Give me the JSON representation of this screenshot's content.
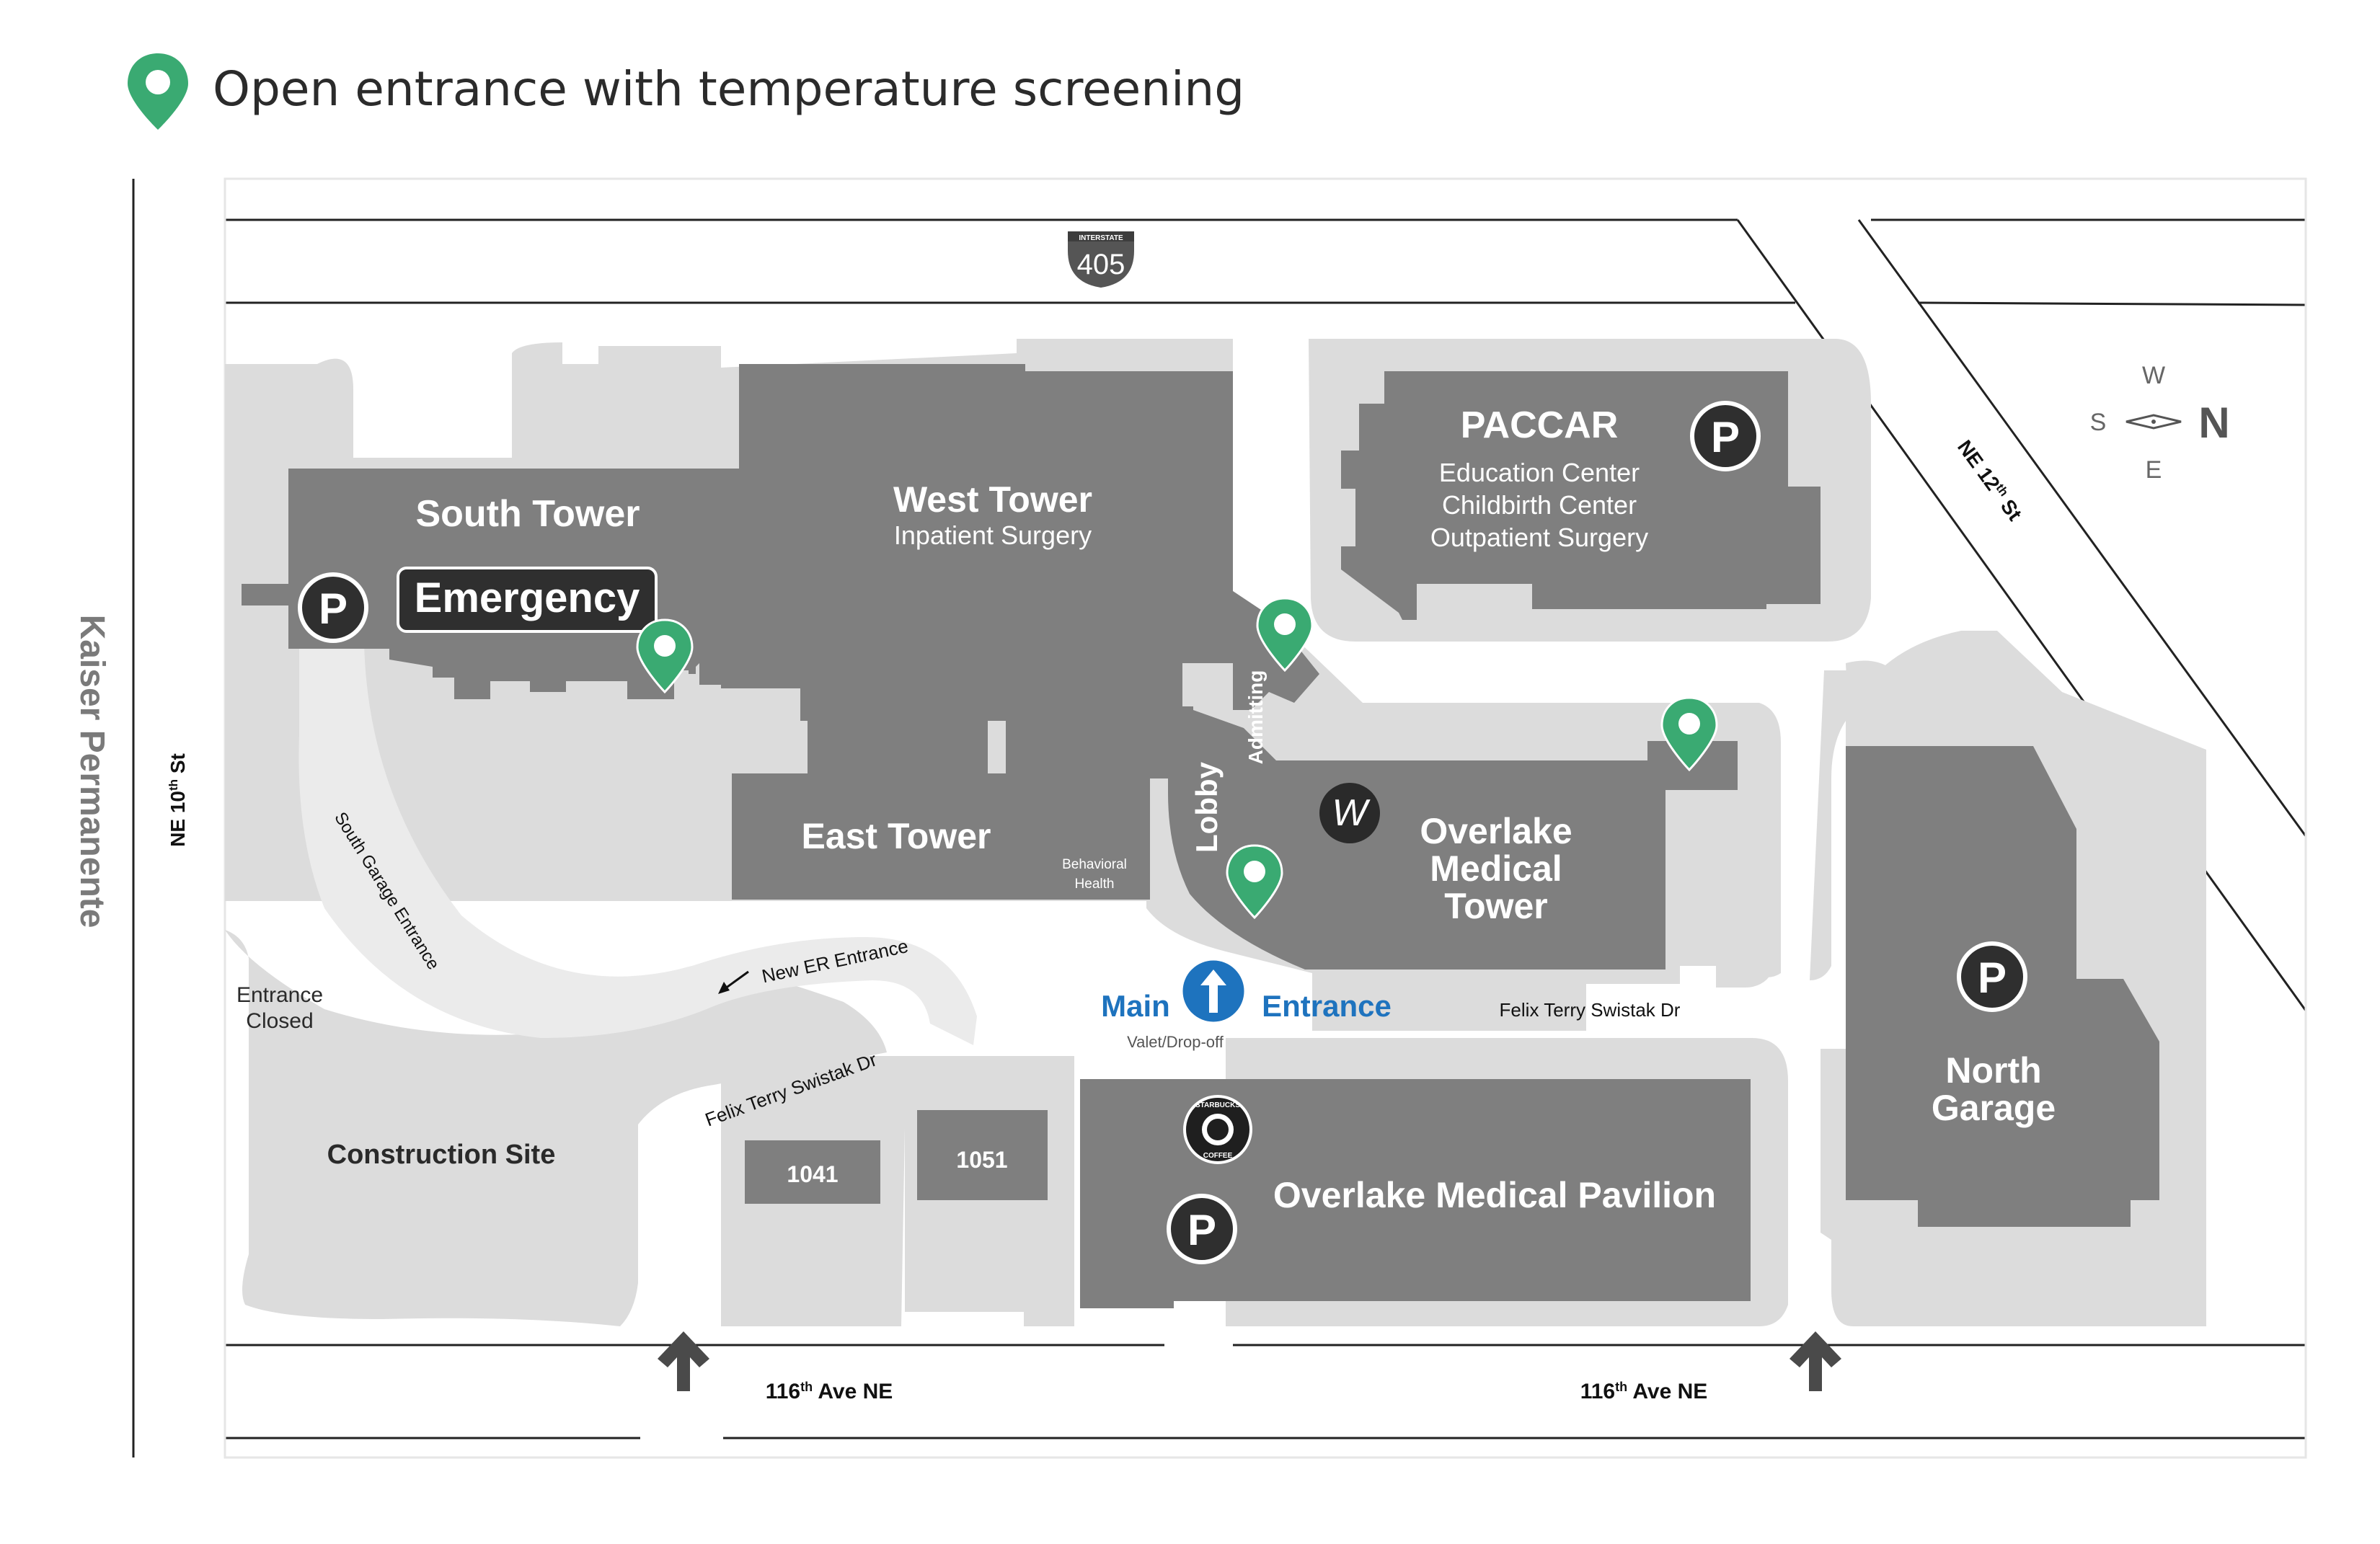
{
  "legend": {
    "icon": "green-map-pin-icon",
    "label": "Open entrance with temperature screening",
    "pin_color": "#3aaa72"
  },
  "colors": {
    "building": "#7f7f7f",
    "grounds": "#dcdcdc",
    "road_line": "#222222",
    "accent_blue": "#1e73be",
    "pin_green": "#3aaa72"
  },
  "highway": {
    "shield_top": "INTERSTATE",
    "number": "405"
  },
  "compass": {
    "north": "N",
    "south": "S",
    "east": "E",
    "west": "W"
  },
  "streets": {
    "west_side": "Kaiser Permanente",
    "ne10": {
      "base": "NE 10",
      "sup": "th",
      "suffix": " St"
    },
    "ne12": {
      "base": "NE 12",
      "sup": "th",
      "suffix": " St"
    },
    "ave_left": {
      "base": "116",
      "sup": "th",
      "suffix": " Ave NE"
    },
    "ave_right": {
      "base": "116",
      "sup": "th",
      "suffix": " Ave NE"
    },
    "felix_upper": "Felix Terry Swistak Dr",
    "felix_lower": "Felix Terry Swistak Dr",
    "south_garage_entrance": "South Garage Entrance",
    "new_er_entrance": "New ER Entrance"
  },
  "buildings": {
    "south_tower": "South Tower",
    "emergency": "Emergency",
    "west_tower": {
      "name": "West Tower",
      "sub": "Inpatient Surgery"
    },
    "east_tower": {
      "name": "East Tower",
      "sub_line1": "Behavioral",
      "sub_line2": "Health"
    },
    "paccar": {
      "name": "PACCAR",
      "line1": "Education Center",
      "line2": "Childbirth Center",
      "line3": "Outpatient Surgery"
    },
    "omt": {
      "line1": "Overlake",
      "line2": "Medical",
      "line3": "Tower"
    },
    "north_garage": {
      "line1": "North",
      "line2": "Garage"
    },
    "pavilion": "Overlake Medical Pavilion",
    "b1041": "1041",
    "b1051": "1051",
    "lobby": "Lobby",
    "admitting": "Admitting",
    "construction": "Construction Site",
    "entrance_closed": {
      "line1": "Entrance",
      "line2": "Closed"
    }
  },
  "main_entrance": {
    "left": "Main",
    "right": "Entrance",
    "sub": "Valet/Drop-off"
  },
  "parking_label": "P",
  "walgreens_label": "W",
  "starbucks": {
    "top": "STARBUCKS",
    "bottom": "COFFEE"
  }
}
